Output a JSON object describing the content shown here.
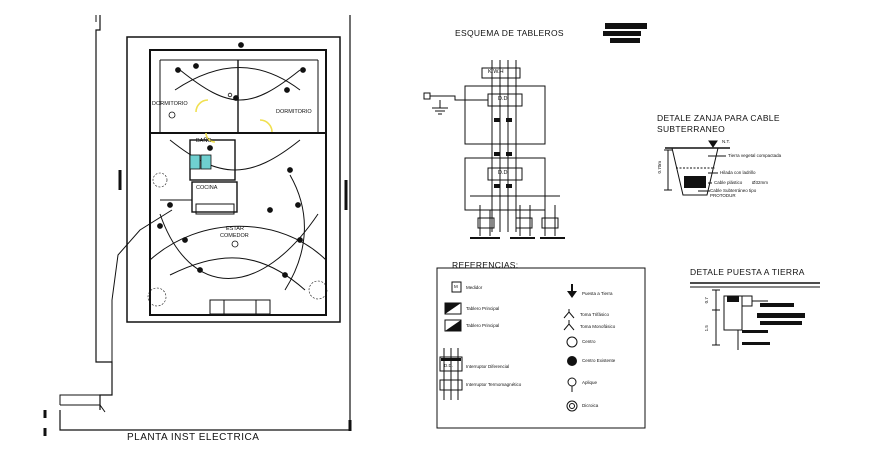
{
  "titles": {
    "plan": "PLANTA INST ELECTRICA",
    "board_schema": "ESQUEMA DE TABLEROS",
    "trench_detail_line1": "DETALE ZANJA PARA CABLE",
    "trench_detail_line2": "SUBTERRANEO",
    "ground_detail": "DETALE PUESTA A TIERRA",
    "references": "REFERENCIAS:"
  },
  "rooms": {
    "dorm_left": "DORMITORIO",
    "dorm_right": "DORMITORIO",
    "bano": "BAÑO",
    "cocina": "COCINA",
    "estar_line1": "ESTAR",
    "estar_line2": "COMEDOR"
  },
  "board_labels": {
    "kwh": "K.W.H",
    "dd1": "D.D.",
    "dd2": "D.D."
  },
  "trench": {
    "nt": "N.T.",
    "dim": "0.70m",
    "layer1": "Tierra vegetal compactada",
    "layer2": "Hilada con ladrillo",
    "layer3": "Cable plástico",
    "layer3b": "Ø32mm",
    "layer4": "Cable Subterráneo tipo PROTODUR"
  },
  "ground": {
    "d1": "0.7",
    "d2": "1.5"
  },
  "legend": [
    {
      "symbol": "medidor",
      "label": "Medidor",
      "tag": "M"
    },
    {
      "symbol": "tablero-principal",
      "label": "Tablero Principal"
    },
    {
      "symbol": "tablero-principal-2",
      "label": "Tablero Principal"
    },
    {
      "symbol": "interruptor-diferencial",
      "label": "Interruptor Diferencial",
      "tag": "D.D."
    },
    {
      "symbol": "interruptor-termomagnetico",
      "label": "Interruptor Termomagnético"
    },
    {
      "symbol": "puesta-tierra",
      "label": "Puesta a Tierra"
    },
    {
      "symbol": "toma-trifasico",
      "label": "Toma Trifásico"
    },
    {
      "symbol": "toma-monofasico",
      "label": "Toma Monofásico"
    },
    {
      "symbol": "centro",
      "label": "Centro"
    },
    {
      "symbol": "centro-existente",
      "label": "Centro Existente"
    },
    {
      "symbol": "aplique",
      "label": "Aplique"
    },
    {
      "symbol": "dicroica",
      "label": "Dicroica"
    }
  ],
  "colors": {
    "line": "#111111",
    "accent_yellow": "#f0e050",
    "accent_cyan": "#6fd0d0",
    "background": "#ffffff"
  }
}
